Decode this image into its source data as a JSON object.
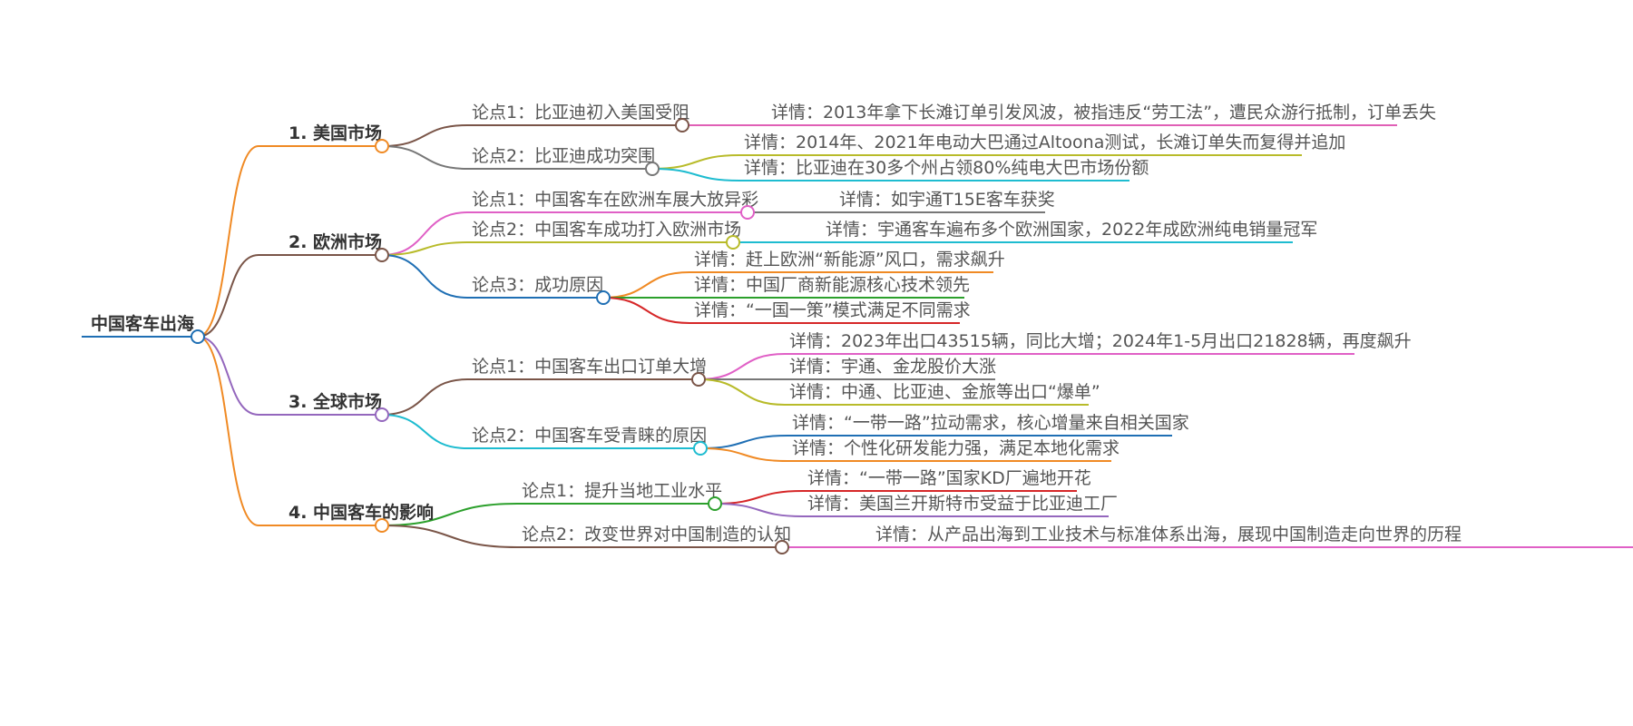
{
  "root": {
    "label": "中国客车出海",
    "color": "#1f6fb4",
    "branches": [
      {
        "label": "1. 美国市场",
        "color": "#f08a24",
        "points": [
          {
            "label": "论点1：比亚迪初入美国受阻",
            "color": "#7a5548",
            "details": [
              {
                "label": "详情：2013年拿下长滩订单引发风波，被指违反“劳工法”，遭民众游行抵制，订单丢失",
                "color": "#e060b6"
              }
            ]
          },
          {
            "label": "论点2：比亚迪成功突围",
            "color": "#777777",
            "details": [
              {
                "label": "详情：2014年、2021年电动大巴通过Altoona测试，长滩订单失而复得并追加",
                "color": "#b8bb2a"
              },
              {
                "label": "详情：比亚迪在30多个州占领80%纯电大巴市场份额",
                "color": "#1ebcd0"
              }
            ]
          }
        ]
      },
      {
        "label": "2. 欧洲市场",
        "color": "#7a5548",
        "points": [
          {
            "label": "论点1：中国客车在欧洲车展大放异彩",
            "color": "#e060c6",
            "details": [
              {
                "label": "详情：如宇通T15E客车获奖",
                "color": "#777777"
              }
            ]
          },
          {
            "label": "论点2：中国客车成功打入欧洲市场",
            "color": "#b8bb2a",
            "details": [
              {
                "label": "详情：宇通客车遍布多个欧洲国家，2022年成欧洲纯电销量冠军",
                "color": "#1ebcd0"
              }
            ]
          },
          {
            "label": "论点3：成功原因",
            "color": "#1f6fb4",
            "details": [
              {
                "label": "详情：赶上欧洲“新能源”风口，需求飙升",
                "color": "#f08a24"
              },
              {
                "label": "详情：中国厂商新能源核心技术领先",
                "color": "#2ca02c"
              },
              {
                "label": "详情：“一国一策”模式满足不同需求",
                "color": "#d62728"
              }
            ]
          }
        ]
      },
      {
        "label": "3. 全球市场",
        "color": "#9467bd",
        "points": [
          {
            "label": "论点1：中国客车出口订单大增",
            "color": "#7a5548",
            "details": [
              {
                "label": "详情：2023年出口43515辆，同比大增；2024年1-5月出口21828辆，再度飙升",
                "color": "#e060c6"
              },
              {
                "label": "详情：宇通、金龙股价大涨",
                "color": "#777777"
              },
              {
                "label": "详情：中通、比亚迪、金旅等出口“爆单”",
                "color": "#b8bb2a"
              }
            ]
          },
          {
            "label": "论点2：中国客车受青睐的原因",
            "color": "#1ebcd0",
            "details": [
              {
                "label": "详情：“一带一路”拉动需求，核心增量来自相关国家",
                "color": "#1f6fb4"
              },
              {
                "label": "详情：个性化研发能力强，满足本地化需求",
                "color": "#f08a24"
              }
            ]
          }
        ]
      },
      {
        "label": "4. 中国客车的影响",
        "color": "#f08a24",
        "points": [
          {
            "label": "论点1：提升当地工业水平",
            "color": "#2ca02c",
            "details": [
              {
                "label": "详情：“一带一路”国家KD厂遍地开花",
                "color": "#d62728"
              },
              {
                "label": "详情：美国兰开斯特市受益于比亚迪工厂",
                "color": "#9467bd"
              }
            ]
          },
          {
            "label": "论点2：改变世界对中国制造的认知",
            "color": "#7a5548",
            "details": [
              {
                "label": "详情：从产品出海到工业技术与标准体系出海，展现中国制造走向世界的历程",
                "color": "#e060c6"
              }
            ]
          }
        ]
      }
    ]
  }
}
